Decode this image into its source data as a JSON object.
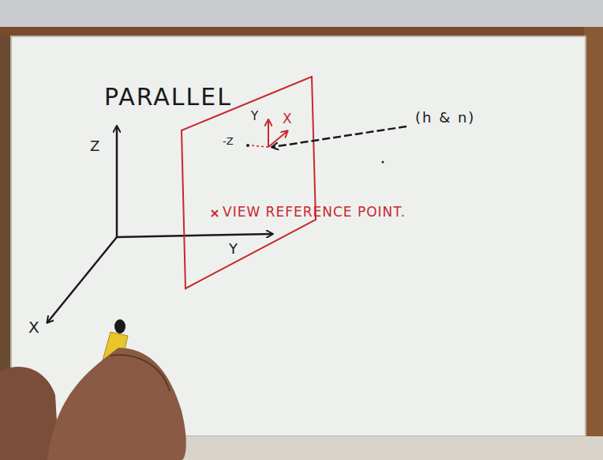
{
  "diagram": {
    "title": "PARALLEL",
    "labels": [
      "Z",
      "Y",
      "X",
      "Y",
      "X",
      "-Z",
      "(h & n)",
      "VIEW REFERENCE POINT."
    ]
  }
}
